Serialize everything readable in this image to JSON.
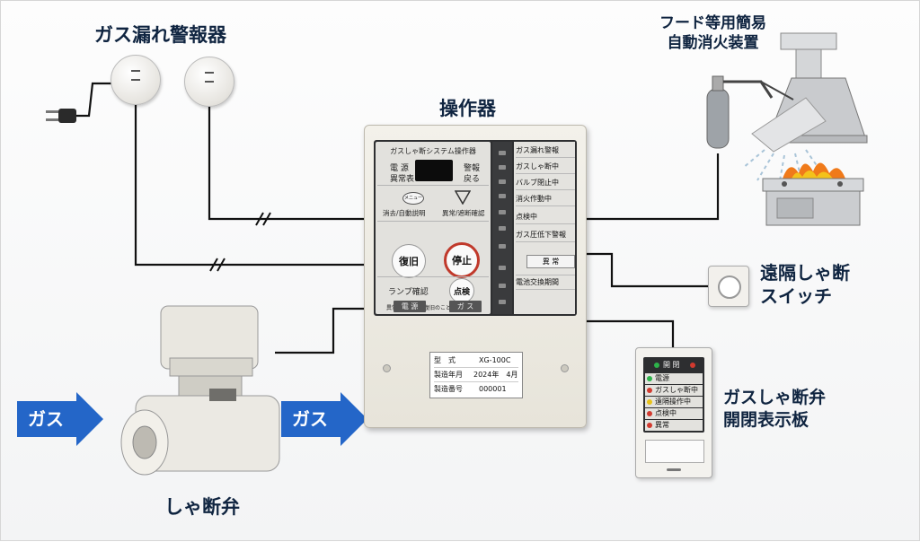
{
  "labels": {
    "detector": "ガス漏れ警報器",
    "controller": "操作器",
    "hood": [
      "フード等用簡易",
      "自動消火装置"
    ],
    "remote": [
      "遠隔しゃ断",
      "スイッチ"
    ],
    "indicator": [
      "ガスしゃ断弁",
      "開閉表示板"
    ],
    "valve": "しゃ断弁",
    "gas_in": "ガス",
    "gas_out": "ガス"
  },
  "panel": {
    "title": "ガスしゃ断システム操作器",
    "power": "電 源",
    "alarm": "警報",
    "abnormal": "異常表",
    "return": "戻る",
    "menu": "メニュー",
    "left_caption": "消去/自動説明",
    "right_caption": "異常/遮断確認",
    "btn_reset": "復旧",
    "btn_stop": "停止",
    "lamp_check": "ランプ確認",
    "btn_check": "点検",
    "note": "異常時は確認後復旧のこと",
    "foot_power": "電 源",
    "foot_gas": "ガ ス",
    "status_rows": [
      "ガス漏れ警報",
      "ガスしゃ断中",
      "バルブ閉止中",
      "消火作動中",
      "点検中",
      "ガス圧低下警報"
    ],
    "ijou": "異 常",
    "battery": "電池交換期間",
    "plate": [
      {
        "label": "型　式",
        "value": "XG-100C"
      },
      {
        "label": "製造年月",
        "value": "2024年　4月"
      },
      {
        "label": "製造番号",
        "value": "000001"
      }
    ]
  },
  "board": {
    "header": "開  閉",
    "rows": [
      "電源",
      "ガスしゃ断中",
      "遠隔操作中",
      "点検中",
      "異常"
    ],
    "colors": {
      "green": "#2db34a",
      "red": "#d23a2f",
      "yellow": "#e8c21a"
    }
  },
  "colors": {
    "arrow": "#2466c8",
    "label": "#0f2440",
    "wire": "#111111"
  }
}
